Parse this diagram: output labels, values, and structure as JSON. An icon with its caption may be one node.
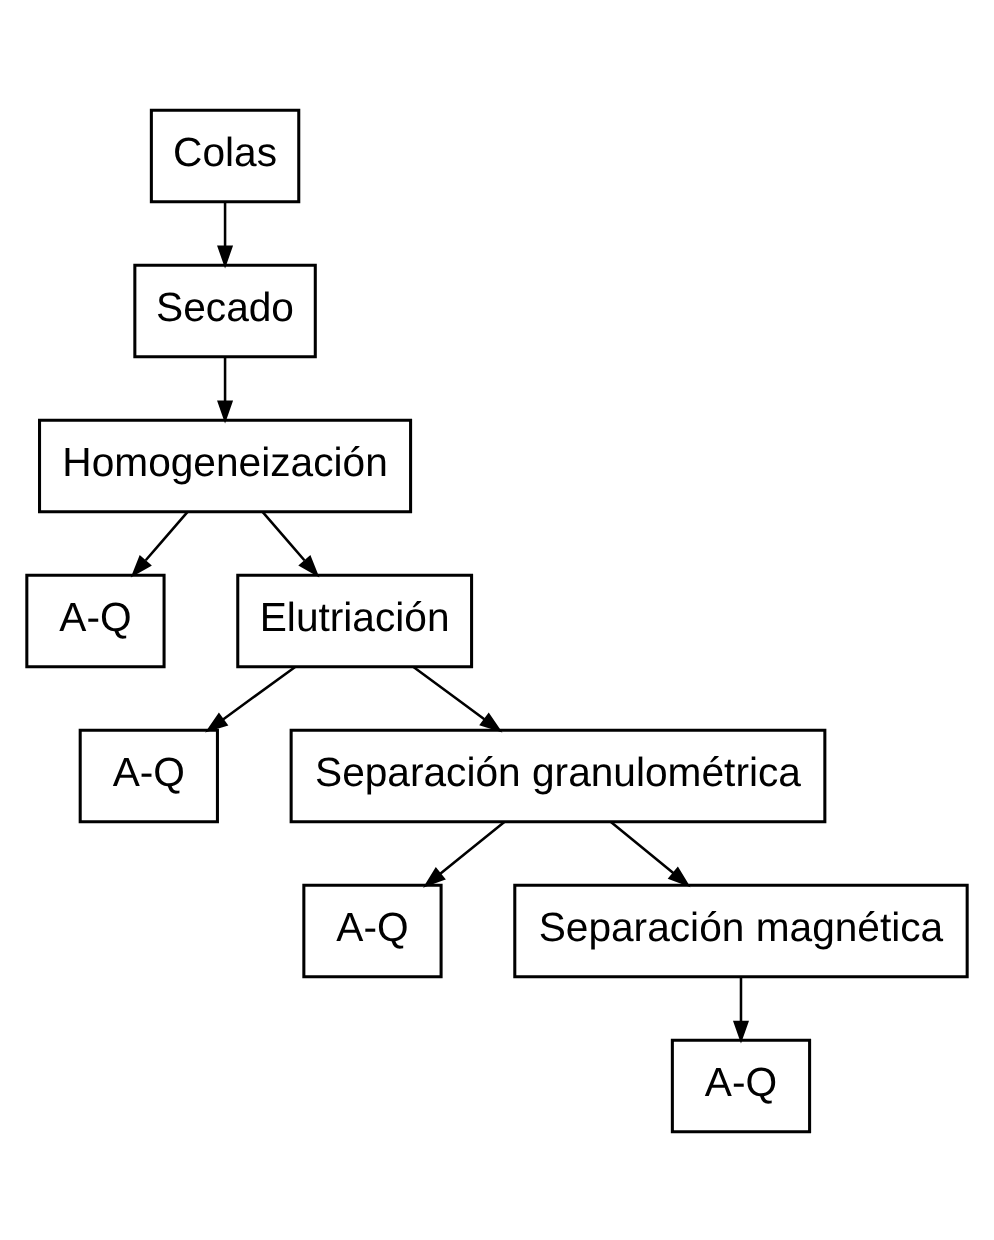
{
  "diagram": {
    "nodes": [
      {
        "text": [
          "Colas"
        ]
      },
      {
        "text": [
          "Secado"
        ]
      },
      {
        "text": [
          "Homogeneización"
        ]
      },
      {
        "text": [
          "A-Q"
        ]
      },
      {
        "text": [
          "Elutriación"
        ]
      },
      {
        "text": [
          "A-Q"
        ]
      },
      {
        "text": [
          "Separación granulométrica"
        ]
      },
      {
        "text": [
          "A-Q"
        ]
      },
      {
        "text": [
          "Separación magnética"
        ]
      },
      {
        "text": [
          "A-Q"
        ]
      }
    ],
    "edges": [
      {
        "from": 0,
        "to": 1,
        "arrow": "to"
      },
      {
        "from": 1,
        "to": 2,
        "arrow": "to"
      },
      {
        "from": 2,
        "to": 4,
        "arrow": "to"
      },
      {
        "from": 2,
        "to": 3,
        "arrow": "to"
      },
      {
        "from": 4,
        "to": 6,
        "arrow": "to"
      },
      {
        "from": 4,
        "to": 5,
        "arrow": "to"
      },
      {
        "from": 6,
        "to": 8,
        "arrow": "to"
      },
      {
        "from": 6,
        "to": 7,
        "arrow": "to"
      },
      {
        "from": 8,
        "to": 9,
        "arrow": "to"
      }
    ]
  }
}
